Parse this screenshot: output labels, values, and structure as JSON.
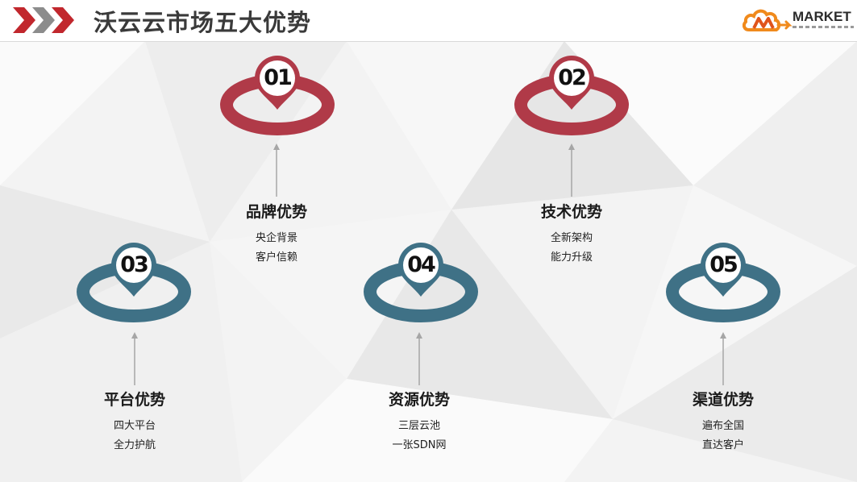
{
  "header": {
    "title": "沃云云市场五大优势",
    "logo_text": "MARKET"
  },
  "colors": {
    "red": "#b03a48",
    "teal": "#3f7186",
    "chevron_dark": "#c1272d",
    "chevron_light": "#8c8c8c",
    "logo_orange": "#f08a1c"
  },
  "advantages": [
    {
      "number": "01",
      "title": "品牌优势",
      "lines": [
        "央企背景",
        "客户信赖"
      ],
      "color": "red"
    },
    {
      "number": "02",
      "title": "技术优势",
      "lines": [
        "全新架构",
        "能力升级"
      ],
      "color": "red"
    },
    {
      "number": "03",
      "title": "平台优势",
      "lines": [
        "四大平台",
        "全力护航"
      ],
      "color": "teal"
    },
    {
      "number": "04",
      "title": "资源优势",
      "lines": [
        "三层云池",
        "一张SDN网"
      ],
      "color": "teal"
    },
    {
      "number": "05",
      "title": "渠道优势",
      "lines": [
        "遍布全国",
        "直达客户"
      ],
      "color": "teal"
    }
  ]
}
